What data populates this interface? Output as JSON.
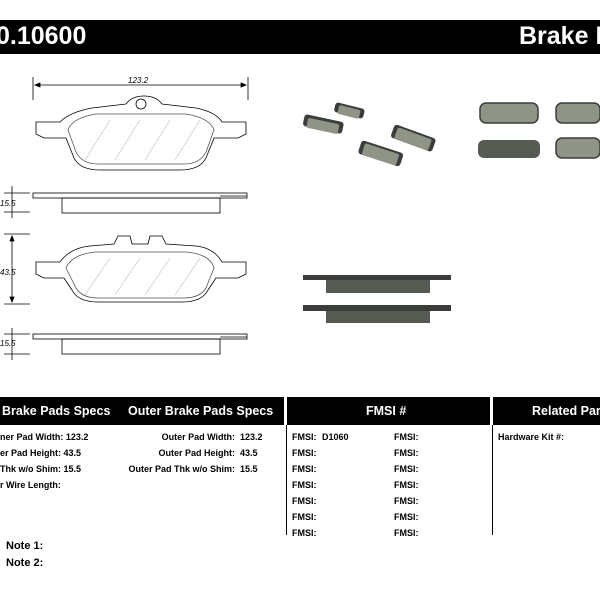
{
  "header": {
    "part_number": "0.10600",
    "title": "Brake P"
  },
  "dims": {
    "width": "123.2",
    "thk_top": "15.5",
    "height": "43.5",
    "thk_bottom": "15.5"
  },
  "columns": {
    "inner": "Brake Pads Specs",
    "outer": "Outer Brake Pads Specs",
    "fmsi": "FMSI #",
    "related": "Related Par"
  },
  "inner_specs": {
    "width": "ner Pad Width: 123.2",
    "height": "er Pad Height: 43.5",
    "thk": "Thk w/o Shim: 15.5",
    "wire": "r Wire Length:"
  },
  "outer_specs": {
    "width_label": "Outer Pad Width:",
    "width_value": "123.2",
    "height_label": "Outer Pad Height:",
    "height_value": "43.5",
    "thk_label": "Outer Pad Thk w/o Shim:",
    "thk_value": "15.5"
  },
  "fmsi": {
    "label": "FMSI:",
    "first_value": "D1060"
  },
  "related": {
    "hardware": "Hardware Kit #:"
  },
  "notes": {
    "note1": "Note 1:",
    "note2": "Note 2:"
  },
  "colors": {
    "bar": "#000000",
    "pad": "#8f9486",
    "backing": "#3a3d3a"
  }
}
